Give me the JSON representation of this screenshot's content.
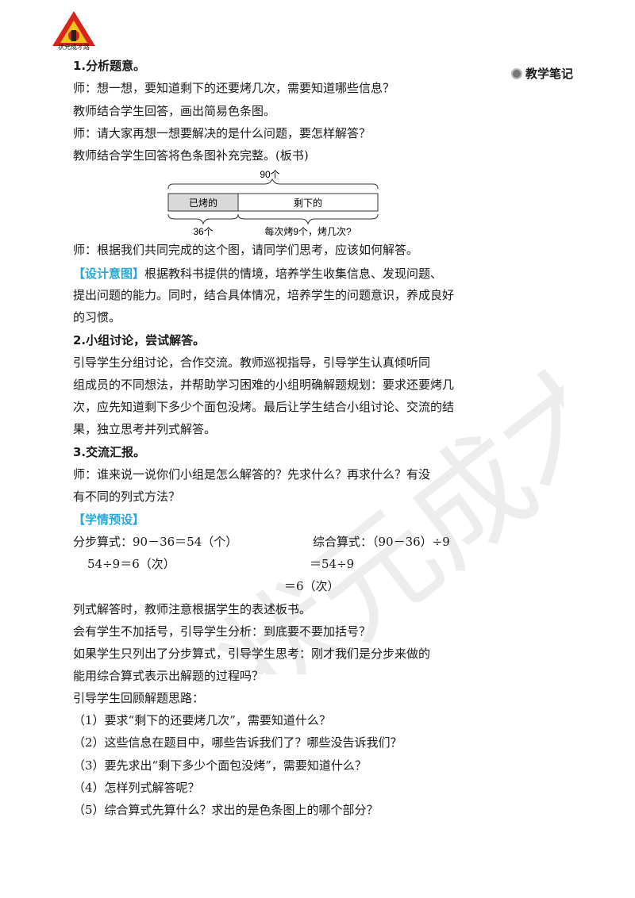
{
  "brand": {
    "logo_text": "状元成才路"
  },
  "side_note": {
    "label": "教学笔记"
  },
  "watermark": {
    "text": "状元成才路"
  },
  "section1": {
    "heading": "1.分析题意。",
    "p1": "师：想一想，要知道剩下的还要烤几次，需要知道哪些信息？",
    "p2": "教师结合学生回答，画出简易色条图。",
    "p3": "师：请大家再想一想要解决的是什么问题，要怎样解答？",
    "p4": "教师结合学生回答将色条图补充完整。(板书)",
    "p5": "师：根据我们共同完成的这个图，请同学们思考，应该如何解答。"
  },
  "diagram": {
    "total_label": "90个",
    "baked_label": "已烤的",
    "remaining_label": "剩下的",
    "baked_count": "36个",
    "question": "每次烤9个，烤几次?"
  },
  "design_intent": {
    "tag": "【设计意图】",
    "line1": "根据教科书提供的情境，培养学生收集信息、发现问题、",
    "line2": "提出问题的能力。同时，结合具体情况，培养学生的问题意识，养成良好",
    "line3": "的习惯。"
  },
  "section2": {
    "heading": "2.小组讨论，尝试解答。",
    "line1": "引导学生分组讨论，合作交流。教师巡视指导，引导学生认真倾听同",
    "line2": "组成员的不同想法，并帮助学习困难的小组明确解题规划：要求还要烤几",
    "line3": "次，应先知道剩下多少个面包没烤。最后让学生结合小组讨论、交流的结",
    "line4": "果，独立思考并列式解答。"
  },
  "section3": {
    "heading": "3.交流汇报。",
    "line1": "师：谁来说一说你们小组是怎么解答的？先求什么？再求什么？有没",
    "line2": "有不同的列式方法？",
    "preset_tag": "【学情预设】",
    "step_label": "分步算式：90－36＝54（个）",
    "step2": "54÷9＝6（次）",
    "combined_label": "综合算式：（90－36）÷9",
    "combined2": "＝54÷9",
    "combined3": "＝6（次）",
    "p1": "列式解答时，教师注意根据学生的表述板书。",
    "p2": "会有学生不加括号，引导学生分析：到底要不要加括号？",
    "p3a": "如果学生只列出了分步算式，引导学生思考：刚才我们是分步来做的",
    "p3b": "能用综合算式表示出解题的过程吗？",
    "p4": "引导学生回顾解题思路：",
    "q1": "（1）要求“剩下的还要烤几次”，需要知道什么？",
    "q2": "（2）这些信息在题目中，哪些告诉我们了？哪些没告诉我们？",
    "q3": "（3）要先求出“剩下多少个面包没烤”，需要知道什么？",
    "q4": "（4）怎样列式解答呢？",
    "q5": "（5）综合算式先算什么？求出的是色条图上的哪个部分？"
  },
  "colors": {
    "accent_blue": "#2aa7d6",
    "logo_red": "#d8241c",
    "logo_yellow": "#f2c21a",
    "bar_gray": "#d9d9d9"
  }
}
